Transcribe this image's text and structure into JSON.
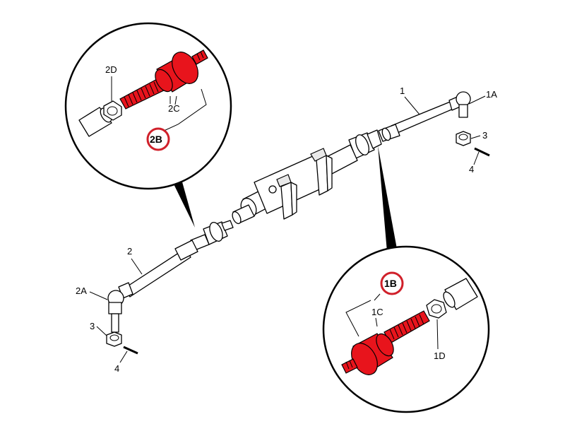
{
  "colors": {
    "highlight": "#e8141c",
    "callout_ring": "#d0202a",
    "line": "#000000",
    "background": "#ffffff"
  },
  "labels": {
    "part_1": "1",
    "part_1a": "1A",
    "part_1b": "1B",
    "part_1c": "1C",
    "part_1d": "1D",
    "part_2": "2",
    "part_2a": "2A",
    "part_2b": "2B",
    "part_2c": "2C",
    "part_2d": "2D",
    "part_3_right": "3",
    "part_4_right": "4",
    "part_3_left": "3",
    "part_4_left": "4"
  }
}
